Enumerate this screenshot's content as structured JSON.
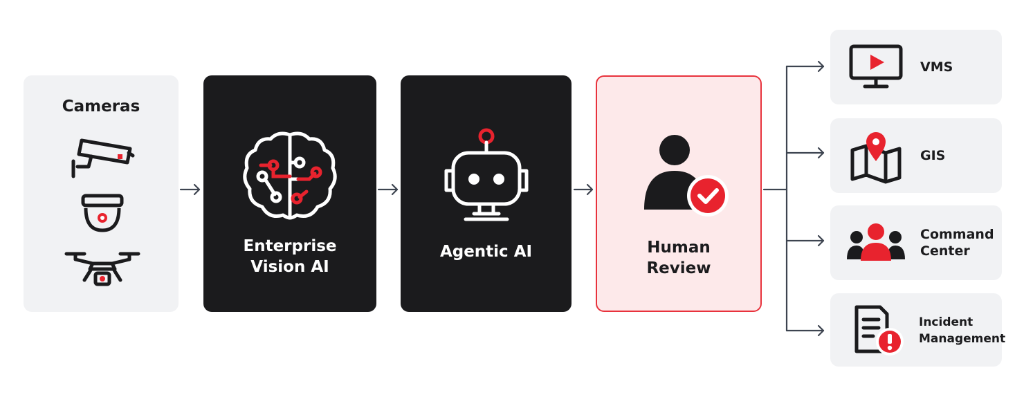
{
  "nodes": {
    "cameras": "Cameras",
    "vision": "Enterprise\nVision AI",
    "agentic": "Agentic AI",
    "human": "Human\nReview"
  },
  "outputs": {
    "vms": "VMS",
    "gis": "GIS",
    "command": "Command\nCenter",
    "incident": "Incident\nManagement"
  },
  "icons": {
    "cameras": [
      "cctv-camera-icon",
      "dome-camera-icon",
      "drone-icon"
    ],
    "vision": "brain-circuit-icon",
    "agentic": "robot-icon",
    "human": "person-check-icon",
    "vms": "monitor-play-icon",
    "gis": "map-pin-icon",
    "command": "team-icon",
    "incident": "document-alert-icon"
  },
  "colors": {
    "accent": "#e8232e",
    "dark": "#1b1b1d",
    "light_panel": "#f1f2f4",
    "review_fill": "#fde9ea",
    "arrow": "#3d4450"
  }
}
